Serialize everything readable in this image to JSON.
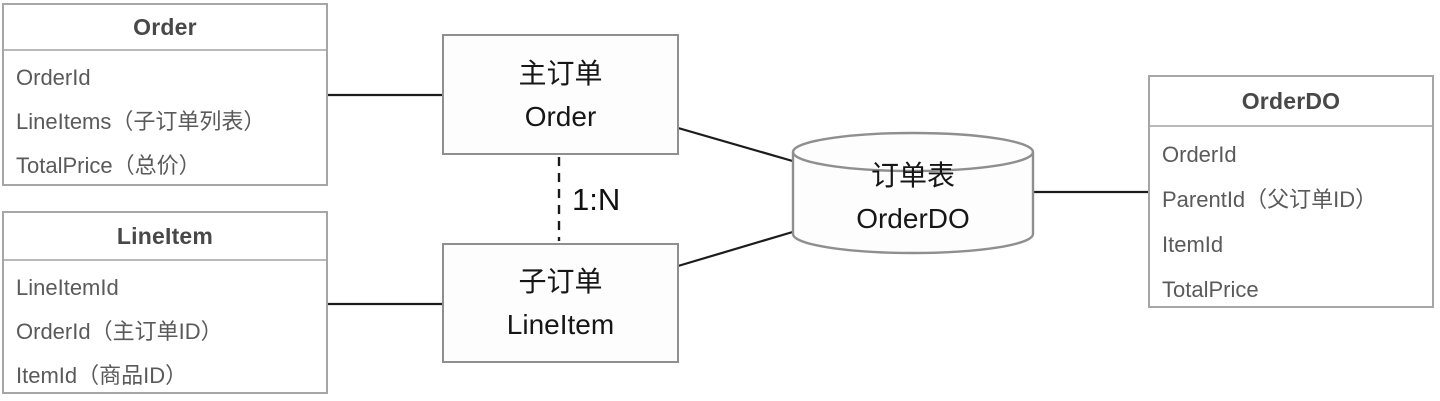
{
  "colors": {
    "background": "#ffffff",
    "entity_border": "#a6a6a6",
    "node_border": "#8f8f8f",
    "connector": "#1c1c1c",
    "header_text": "#484848",
    "row_text": "#5a5a5a",
    "node_text": "#161616"
  },
  "entities": {
    "order": {
      "title": "Order",
      "rows": [
        "OrderId",
        "LineItems（子订单列表）",
        "TotalPrice（总价）"
      ]
    },
    "lineitem": {
      "title": "LineItem",
      "rows": [
        "LineItemId",
        "OrderId（主订单ID）",
        "ItemId（商品ID）"
      ]
    },
    "orderdo": {
      "title": "OrderDO",
      "rows": [
        "OrderId",
        "ParentId（父订单ID）",
        "ItemId",
        "TotalPrice"
      ]
    }
  },
  "nodes": {
    "main_order": {
      "title_zh": "主订单",
      "title_en": "Order"
    },
    "sub_order": {
      "title_zh": "子订单",
      "title_en": "LineItem"
    },
    "order_table": {
      "title_zh": "订单表",
      "title_en": "OrderDO"
    }
  },
  "relation": {
    "label": "1:N"
  }
}
